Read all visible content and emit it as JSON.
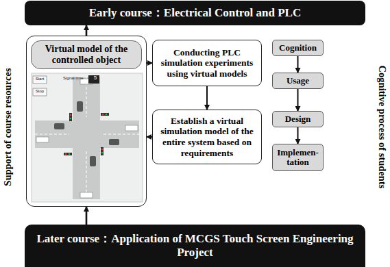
{
  "diagram": {
    "nodes": [
      {
        "text": [
          "Early course：Electrical Control and PLC"
        ]
      },
      {
        "text": [
          "Later course：Application of MCGS Touch Screen Engineering Project"
        ]
      },
      {
        "text": [
          "Virtual model of the controlled object"
        ]
      },
      {
        "text": [
          "Conducting PLC simulation experiments using virtual models"
        ]
      },
      {
        "text": [
          "Establish a virtual simulation model of the entire system based on requirements"
        ]
      },
      {
        "text": [
          "Cognition"
        ]
      },
      {
        "text": [
          "Usage"
        ]
      },
      {
        "text": [
          "Design"
        ]
      },
      {
        "text": [
          "Implemen- tation"
        ]
      }
    ],
    "edges": [
      {
        "from": 2,
        "to": 0,
        "arrow": "to"
      },
      {
        "from": 1,
        "to": 2,
        "arrow": "to"
      },
      {
        "from": 2,
        "to": 3,
        "arrow": "to"
      },
      {
        "from": 3,
        "to": 4,
        "arrow": "to"
      },
      {
        "from": 4,
        "to": 2,
        "arrow": "to"
      },
      {
        "from": 5,
        "to": 6,
        "arrow": "to"
      },
      {
        "from": 6,
        "to": 7,
        "arrow": "to"
      },
      {
        "from": 7,
        "to": 8,
        "arrow": "to"
      }
    ],
    "labels": [
      "Support of course resources",
      "Cognitive process of students",
      "Start",
      "Stop",
      "Signal time",
      "5"
    ]
  }
}
